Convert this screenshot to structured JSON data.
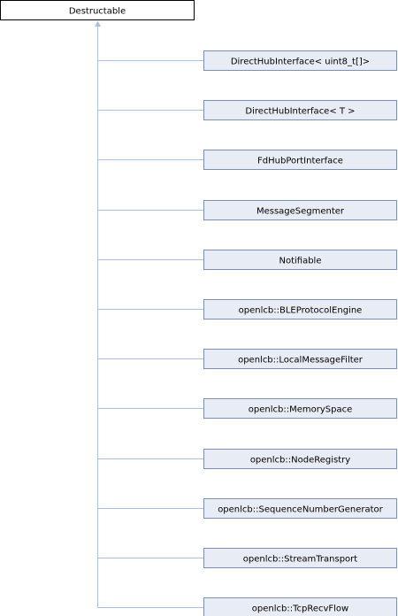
{
  "root": {
    "label": "Destructable"
  },
  "children": [
    "DirectHubInterface< uint8_t[]>",
    "DirectHubInterface< T >",
    "FdHubPortInterface",
    "MessageSegmenter",
    "Notifiable",
    "openlcb::BLEProtocolEngine",
    "openlcb::LocalMessageFilter",
    "openlcb::MemorySpace",
    "openlcb::NodeRegistry",
    "openlcb::SequenceNumberGenerator",
    "openlcb::StreamTransport",
    "openlcb::TcpRecvFlow"
  ],
  "colors": {
    "node_fill": "#e8ecf4",
    "node_border": "#7a8fb5",
    "root_border": "#000000",
    "edge": "#a9c0e0"
  }
}
